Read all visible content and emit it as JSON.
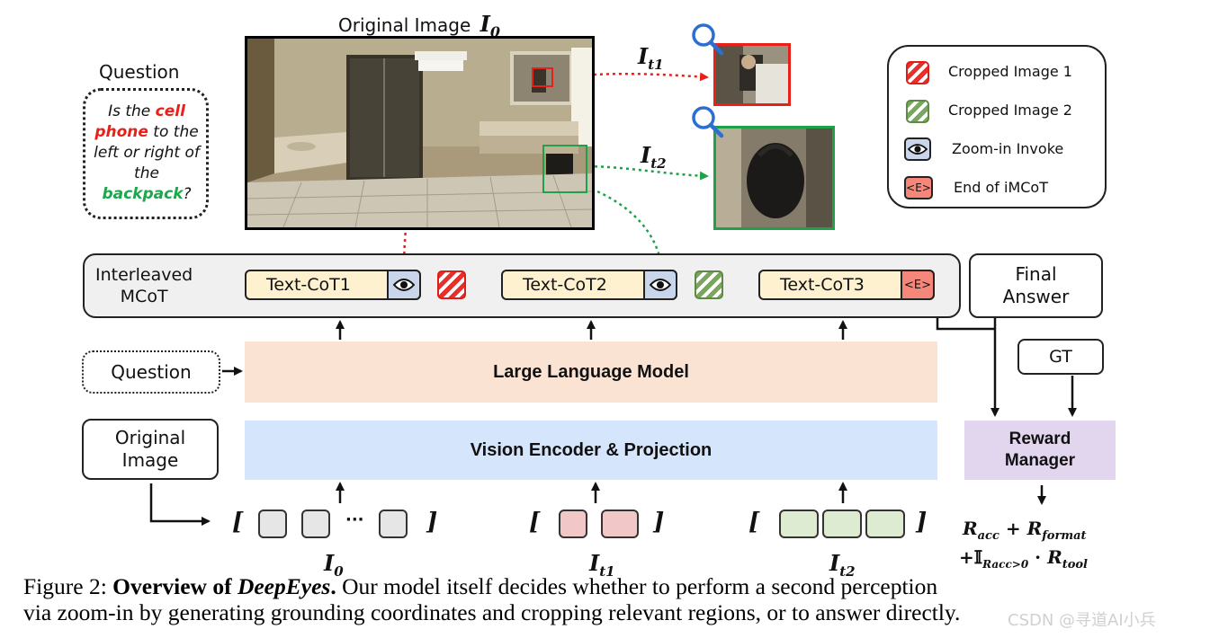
{
  "question_section": {
    "label": "Question",
    "text_parts": [
      "Is the ",
      "cell phone",
      " to the left or right of the ",
      "backpack",
      "?"
    ],
    "highlight_colors": {
      "target": "#e8201a",
      "reference": "#1aa84a"
    }
  },
  "original_image": {
    "title": "Original Image",
    "symbol": "I",
    "subscript": "0"
  },
  "crops": [
    {
      "symbol": "I",
      "subscript": "t1",
      "border_color": "#e8201a"
    },
    {
      "symbol": "I",
      "subscript": "t2",
      "border_color": "#1fa049"
    }
  ],
  "legend": [
    {
      "label": "Cropped Image 1",
      "icon": "hatch-red-icon"
    },
    {
      "label": "Cropped Image 2",
      "icon": "hatch-green-icon"
    },
    {
      "label": "Zoom-in Invoke",
      "icon": "eye-icon"
    },
    {
      "label": "End of iMCoT",
      "icon": "end-token-icon",
      "token": "<E>"
    }
  ],
  "mcot": {
    "label_line1": "Interleaved",
    "label_line2": "MCoT",
    "steps": [
      "Text-CoT1",
      "Text-CoT2",
      "Text-CoT3"
    ],
    "end_token": "<E>"
  },
  "final_answer": {
    "line1": "Final",
    "line2": "Answer"
  },
  "question_input": "Question",
  "llm_label": "Large Language Model",
  "original_input": {
    "line1": "Original",
    "line2": "Image"
  },
  "vision_label": "Vision Encoder & Projection",
  "gt_label": "GT",
  "reward_manager": {
    "line1": "Reward",
    "line2": "Manager"
  },
  "token_groups": [
    {
      "symbol": "I",
      "subscript": "0",
      "ellipsis": "···",
      "color": "#e6e6e6"
    },
    {
      "symbol": "I",
      "subscript": "t1",
      "color": "#f2c7c7"
    },
    {
      "symbol": "I",
      "subscript": "t2",
      "color": "#dcebd2"
    }
  ],
  "reward_formula": {
    "line1_parts": [
      "R",
      "acc",
      " + ",
      "R",
      "format"
    ],
    "line2_parts": [
      "+𝕀",
      "Racc>0",
      " · ",
      "R",
      "tool"
    ]
  },
  "caption": {
    "prefix": "Figure 2: ",
    "bold": "Overview of ",
    "bold_italic": "DeepEyes",
    "bold_end": ".",
    "rest_line1": " Our model itself decides whether to perform a second perception",
    "line2": "via zoom-in by generating grounding coordinates and cropping relevant regions, or to answer directly."
  },
  "watermark": "CSDN @寻道AI小兵",
  "colors": {
    "llm_fill": "#fbe3d3",
    "vision_fill": "#d5e5fb",
    "reward_fill": "#e2d6ef",
    "cot_fill": "#fdf1cf",
    "eye_fill": "#c9d5ea",
    "end_fill": "#f4877a",
    "panel_fill": "#f0f0f0"
  }
}
